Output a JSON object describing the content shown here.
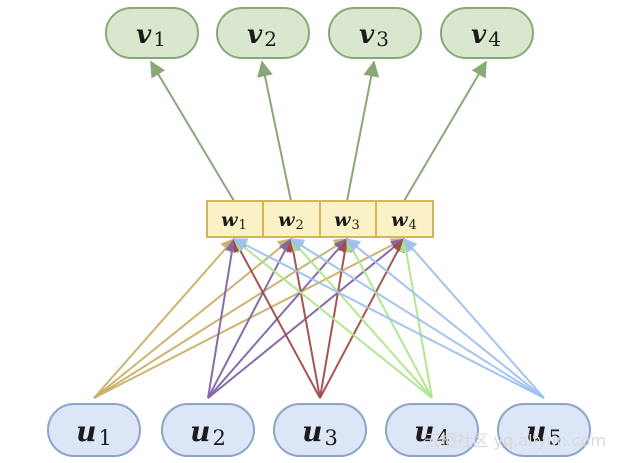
{
  "outputs": [
    {
      "main": "v",
      "sub": "1"
    },
    {
      "main": "v",
      "sub": "2"
    },
    {
      "main": "v",
      "sub": "3"
    },
    {
      "main": "v",
      "sub": "4"
    }
  ],
  "weights": [
    {
      "main": "w",
      "sub": "1"
    },
    {
      "main": "w",
      "sub": "2"
    },
    {
      "main": "w",
      "sub": "3"
    },
    {
      "main": "w",
      "sub": "4"
    }
  ],
  "inputs": [
    {
      "main": "u",
      "sub": "1"
    },
    {
      "main": "u",
      "sub": "2"
    },
    {
      "main": "u",
      "sub": "3"
    },
    {
      "main": "u",
      "sub": "4"
    },
    {
      "main": "u",
      "sub": "5"
    }
  ],
  "colors": {
    "output_fill": "#d9e7cf",
    "output_stroke": "#88a878",
    "weight_fill": "#fbf1c7",
    "weight_stroke": "#d6b45a",
    "input_fill": "#dce6f6",
    "input_stroke": "#8ea3c8",
    "edge_top": "#88a878",
    "edge_inputs": [
      "#c9b06a",
      "#8066a6",
      "#a24a4a",
      "#aee68a",
      "#9fc0f0"
    ]
  },
  "watermark": "云栖社区 yq.aliyun.com"
}
